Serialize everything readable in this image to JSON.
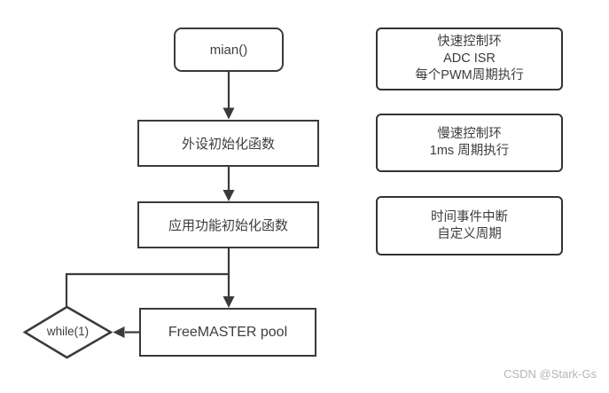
{
  "diagram": {
    "nodes": {
      "main": {
        "label": "mian()"
      },
      "peripheral_init": {
        "label": "外设初始化函数"
      },
      "app_init": {
        "label": "应用功能初始化函数"
      },
      "freemaster": {
        "label": "FreeMASTER pool"
      },
      "while_loop": {
        "label": "while(1)"
      }
    },
    "annotations": [
      {
        "lines": [
          "快速控制环",
          "ADC ISR",
          "每个PWM周期执行"
        ]
      },
      {
        "lines": [
          "慢速控制环",
          "1ms 周期执行"
        ]
      },
      {
        "lines": [
          "时间事件中断",
          "自定义周期"
        ]
      }
    ]
  },
  "watermark": "CSDN @Stark-Gs",
  "colors": {
    "stroke": "#3a3a3a",
    "text": "#3d3d3d",
    "watermark": "#b5b5b5",
    "background": "#ffffff"
  }
}
